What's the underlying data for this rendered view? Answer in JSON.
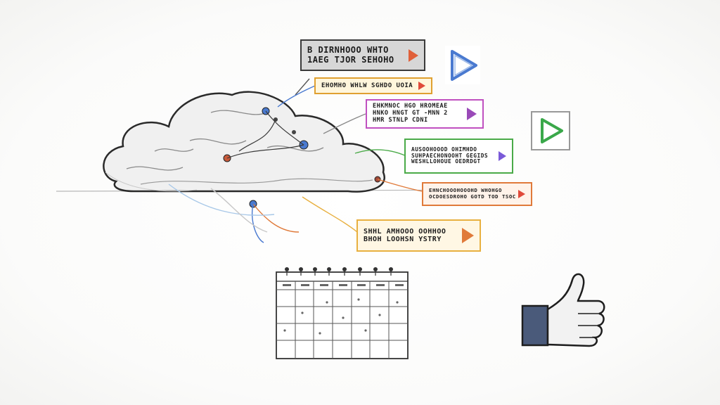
{
  "cards": [
    {
      "id": "card-1",
      "lines": [
        "B DIRNHOOO WHTO",
        "1AEG TJOR SEHOHO"
      ],
      "border": "#3a3a3a",
      "fill": "#d7d7d7",
      "play": "#e0603a"
    },
    {
      "id": "card-2",
      "lines": [
        "EHOMHO WHLW SGHDO UOIA"
      ],
      "border": "#e0a030",
      "fill": "#fff6dc",
      "play": "#e04a3a"
    },
    {
      "id": "card-3",
      "lines": [
        "EHKMNOC HGO HROMEAE",
        "HNKO HNGT GT -MNN 2",
        "HMR STNLP CDNI"
      ],
      "border": "#c050c0",
      "fill": "#ffffff",
      "play": "#9a4ab8"
    },
    {
      "id": "card-4",
      "lines": [
        "AUSOOHOOOD OHIMHDO",
        "SUHPAECHONOOHT GEGIDS",
        "WESHLLOHOUE OEDRDGT"
      ],
      "border": "#4aaa48",
      "fill": "#ffffff",
      "play": "#7a5ad8"
    },
    {
      "id": "card-5",
      "lines": [
        "EHNCHOOOHOOOHD WHOHGO",
        "OCDOESDROHO GOTD TOD TSOC"
      ],
      "border": "#e07a3a",
      "fill": "#fff3ea",
      "play": "#e04a3a"
    },
    {
      "id": "card-6",
      "lines": [
        "SHHL AMHOOO OOHHOO",
        "BHOH LOOHSN YSTRY"
      ],
      "border": "#e8b040",
      "fill": "#fff7e4",
      "play": "#e07a3a"
    }
  ],
  "icons": {
    "play_blue": "#4a7ad0",
    "play_green": "#3aa84a",
    "thumb_cuff": "#4a5a7a"
  }
}
